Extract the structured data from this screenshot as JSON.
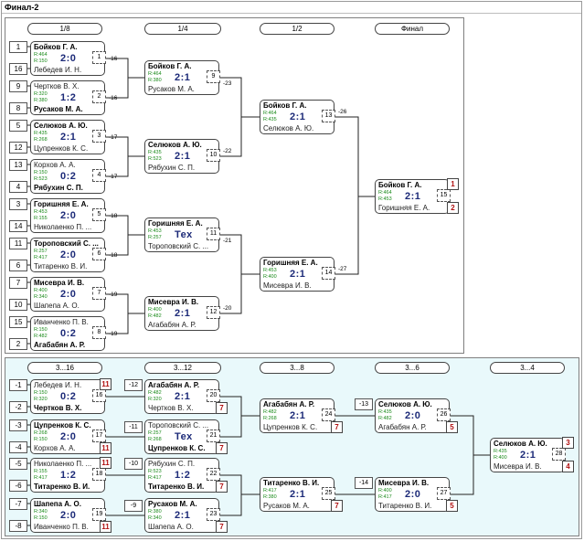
{
  "title": "Финал-2",
  "main": {
    "headers": [
      "1/8",
      "1/4",
      "1/2",
      "Финал"
    ],
    "seeds": [
      "1",
      "16",
      "9",
      "8",
      "5",
      "12",
      "13",
      "4",
      "3",
      "14",
      "11",
      "6",
      "7",
      "10",
      "15",
      "2"
    ],
    "r16": [
      {
        "num": "1",
        "p1": "Бойков Г. А.",
        "r1": "R:464",
        "p2": "Лебедев И. Н.",
        "r2": "R:150",
        "score": "2:0",
        "winner": 1,
        "next": "-16"
      },
      {
        "num": "2",
        "p1": "Чертков В. Х.",
        "r1": "R:320",
        "p2": "Русаков М. А.",
        "r2": "R:380",
        "score": "1:2",
        "winner": 2,
        "next": "-16"
      },
      {
        "num": "3",
        "p1": "Селюков А. Ю.",
        "r1": "R:435",
        "p2": "Цупренков К. С.",
        "r2": "R:268",
        "score": "2:1",
        "winner": 1,
        "next": "-17"
      },
      {
        "num": "4",
        "p1": "Корхов А. А.",
        "r1": "R:150",
        "p2": "Рябухин С. П.",
        "r2": "R:523",
        "score": "0:2",
        "winner": 2,
        "next": "-17"
      },
      {
        "num": "5",
        "p1": "Горишняя Е. А.",
        "r1": "R:453",
        "p2": "Николаенко П. ...",
        "r2": "R:155",
        "score": "2:0",
        "winner": 1,
        "next": "-18"
      },
      {
        "num": "6",
        "p1": "Тороповский С. ...",
        "r1": "R:257",
        "p2": "Титаренко В. И.",
        "r2": "R:417",
        "score": "2:0",
        "winner": 1,
        "next": "-18"
      },
      {
        "num": "7",
        "p1": "Мисевра И. В.",
        "r1": "R:400",
        "p2": "Шапепа А. О.",
        "r2": "R:340",
        "score": "2:0",
        "winner": 1,
        "next": "-19"
      },
      {
        "num": "8",
        "p1": "Иванченко П. В.",
        "r1": "R:150",
        "p2": "Агабабян А. Р.",
        "r2": "R:482",
        "score": "0:2",
        "winner": 2,
        "next": "-19"
      }
    ],
    "qf": [
      {
        "num": "9",
        "p1": "Бойков Г. А.",
        "r1": "R:464",
        "p2": "Русаков М. А.",
        "r2": "R:380",
        "score": "2:1",
        "winner": 1,
        "next": "-23"
      },
      {
        "num": "10",
        "p1": "Селюков А. Ю.",
        "r1": "R:435",
        "p2": "Рябухин С. П.",
        "r2": "R:523",
        "score": "2:1",
        "winner": 1,
        "next": "-22"
      },
      {
        "num": "11",
        "p1": "Горишняя Е. А.",
        "r1": "R:453",
        "p2": "Тороповский С. ...",
        "r2": "R:257",
        "score": "Тех",
        "winner": 1,
        "next": "-21"
      },
      {
        "num": "12",
        "p1": "Мисевра И. В.",
        "r1": "R:400",
        "p2": "Агабабян А. Р.",
        "r2": "R:482",
        "score": "2:1",
        "winner": 1,
        "next": "-20"
      }
    ],
    "sf": [
      {
        "num": "13",
        "p1": "Бойков Г. А.",
        "r1": "R:464",
        "p2": "Селюков А. Ю.",
        "r2": "R:435",
        "score": "2:1",
        "winner": 1,
        "next": "-26"
      },
      {
        "num": "14",
        "p1": "Горишняя Е. А.",
        "r1": "R:453",
        "p2": "Мисевра И. В.",
        "r2": "R:400",
        "score": "2:1",
        "winner": 1,
        "next": "-27"
      }
    ],
    "final": {
      "num": "15",
      "p1": "Бойков Г. А.",
      "r1": "R:464",
      "p2": "Горишняя Е. А.",
      "r2": "R:453",
      "score": "2:1",
      "winner": 1,
      "place1": "1",
      "place2": "2"
    }
  },
  "cons": {
    "headers": [
      "3...16",
      "3...12",
      "3...8",
      "3...6",
      "3...4"
    ],
    "seeds": [
      "-1",
      "-2",
      "-3",
      "-4",
      "-5",
      "-6",
      "-7",
      "-8"
    ],
    "r1": [
      {
        "num": "16",
        "p1": "Лебедев И. Н.",
        "r1": "R:150",
        "p2": "Чертков В. Х.",
        "r2": "R:320",
        "score": "0:2",
        "winner": 2,
        "lose": "11"
      },
      {
        "num": "17",
        "p1": "Цупренков К. С.",
        "r1": "R:268",
        "p2": "Корхов А. А.",
        "r2": "R:150",
        "score": "2:0",
        "winner": 1,
        "lose": "11"
      },
      {
        "num": "18",
        "p1": "Николаенко П. ...",
        "r1": "R:155",
        "p2": "Титаренко В. И.",
        "r2": "R:417",
        "score": "1:2",
        "winner": 2,
        "lose": "11"
      },
      {
        "num": "19",
        "p1": "Шапепа А. О.",
        "r1": "R:340",
        "p2": "Иванченко П. В.",
        "r2": "R:150",
        "score": "2:0",
        "winner": 1,
        "lose": "11"
      }
    ],
    "r2seeds": [
      "-12",
      "-11",
      "-10",
      "-9"
    ],
    "r2": [
      {
        "num": "20",
        "p1": "Агабабян А. Р.",
        "r1": "R:482",
        "p2": "Чертков В. Х.",
        "r2": "R:320",
        "score": "2:1",
        "winner": 1,
        "lose": "7"
      },
      {
        "num": "21",
        "p1": "Тороповский С. ...",
        "r1": "R:257",
        "p2": "Цупренков К. С.",
        "r2": "R:268",
        "score": "Тех",
        "winner": 2,
        "lose": "7"
      },
      {
        "num": "22",
        "p1": "Рябухин С. П.",
        "r1": "R:523",
        "p2": "Титаренко В. И.",
        "r2": "R:417",
        "score": "1:2",
        "winner": 2,
        "lose": "7"
      },
      {
        "num": "23",
        "p1": "Русаков М. А.",
        "r1": "R:380",
        "p2": "Шапепа А. О.",
        "r2": "R:340",
        "score": "2:1",
        "winner": 1,
        "lose": "7"
      }
    ],
    "r3": [
      {
        "num": "24",
        "p1": "Агабабян А. Р.",
        "r1": "R:482",
        "p2": "Цупренков К. С.",
        "r2": "R:268",
        "score": "2:1",
        "winner": 1,
        "lose": "7"
      },
      {
        "num": "25",
        "p1": "Титаренко В. И.",
        "r1": "R:417",
        "p2": "Русаков М. А.",
        "r2": "R:380",
        "score": "2:1",
        "winner": 1,
        "lose": "7"
      }
    ],
    "r4seeds": [
      "-13",
      "-14"
    ],
    "r4": [
      {
        "num": "26",
        "p1": "Селюков А. Ю.",
        "r1": "R:435",
        "p2": "Агабабян А. Р.",
        "r2": "R:482",
        "score": "2:0",
        "winner": 1,
        "lose": "5"
      },
      {
        "num": "27",
        "p1": "Мисевра И. В.",
        "r1": "R:400",
        "p2": "Титаренко В. И.",
        "r2": "R:417",
        "score": "2:0",
        "winner": 1,
        "lose": "5"
      }
    ],
    "third": {
      "num": "28",
      "p1": "Селюков А. Ю.",
      "r1": "R:435",
      "p2": "Мисевра И. В.",
      "r2": "R:400",
      "score": "2:1",
      "winner": 1,
      "place1": "3",
      "place2": "4"
    }
  }
}
